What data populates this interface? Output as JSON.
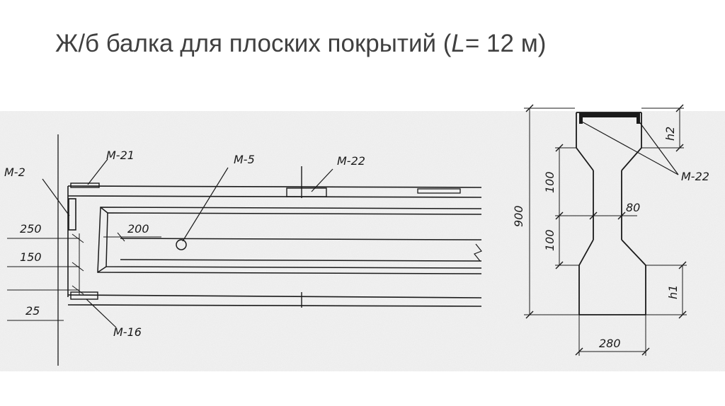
{
  "slide": {
    "title_part1": "Ж/б балка   для  плоских покрытий (",
    "title_italic": "L",
    "title_part2": "= 12 м)"
  },
  "side_view": {
    "labels": {
      "m2": "М-2",
      "m21": "М-21",
      "m5": "М-5",
      "m22": "М-22",
      "m16": "М-16"
    },
    "dimensions": {
      "d250": "250",
      "d150": "150",
      "d25": "25",
      "d200": "200"
    }
  },
  "section_view": {
    "labels": {
      "m22": "М-22",
      "h2": "h2",
      "h1": "h1"
    },
    "dimensions": {
      "height": "900",
      "d100_top": "100",
      "d100_bottom": "100",
      "web": "80",
      "width": "280"
    }
  },
  "colors": {
    "ink": "#1a1a1a",
    "title": "#404040",
    "paper": "#ffffff"
  }
}
